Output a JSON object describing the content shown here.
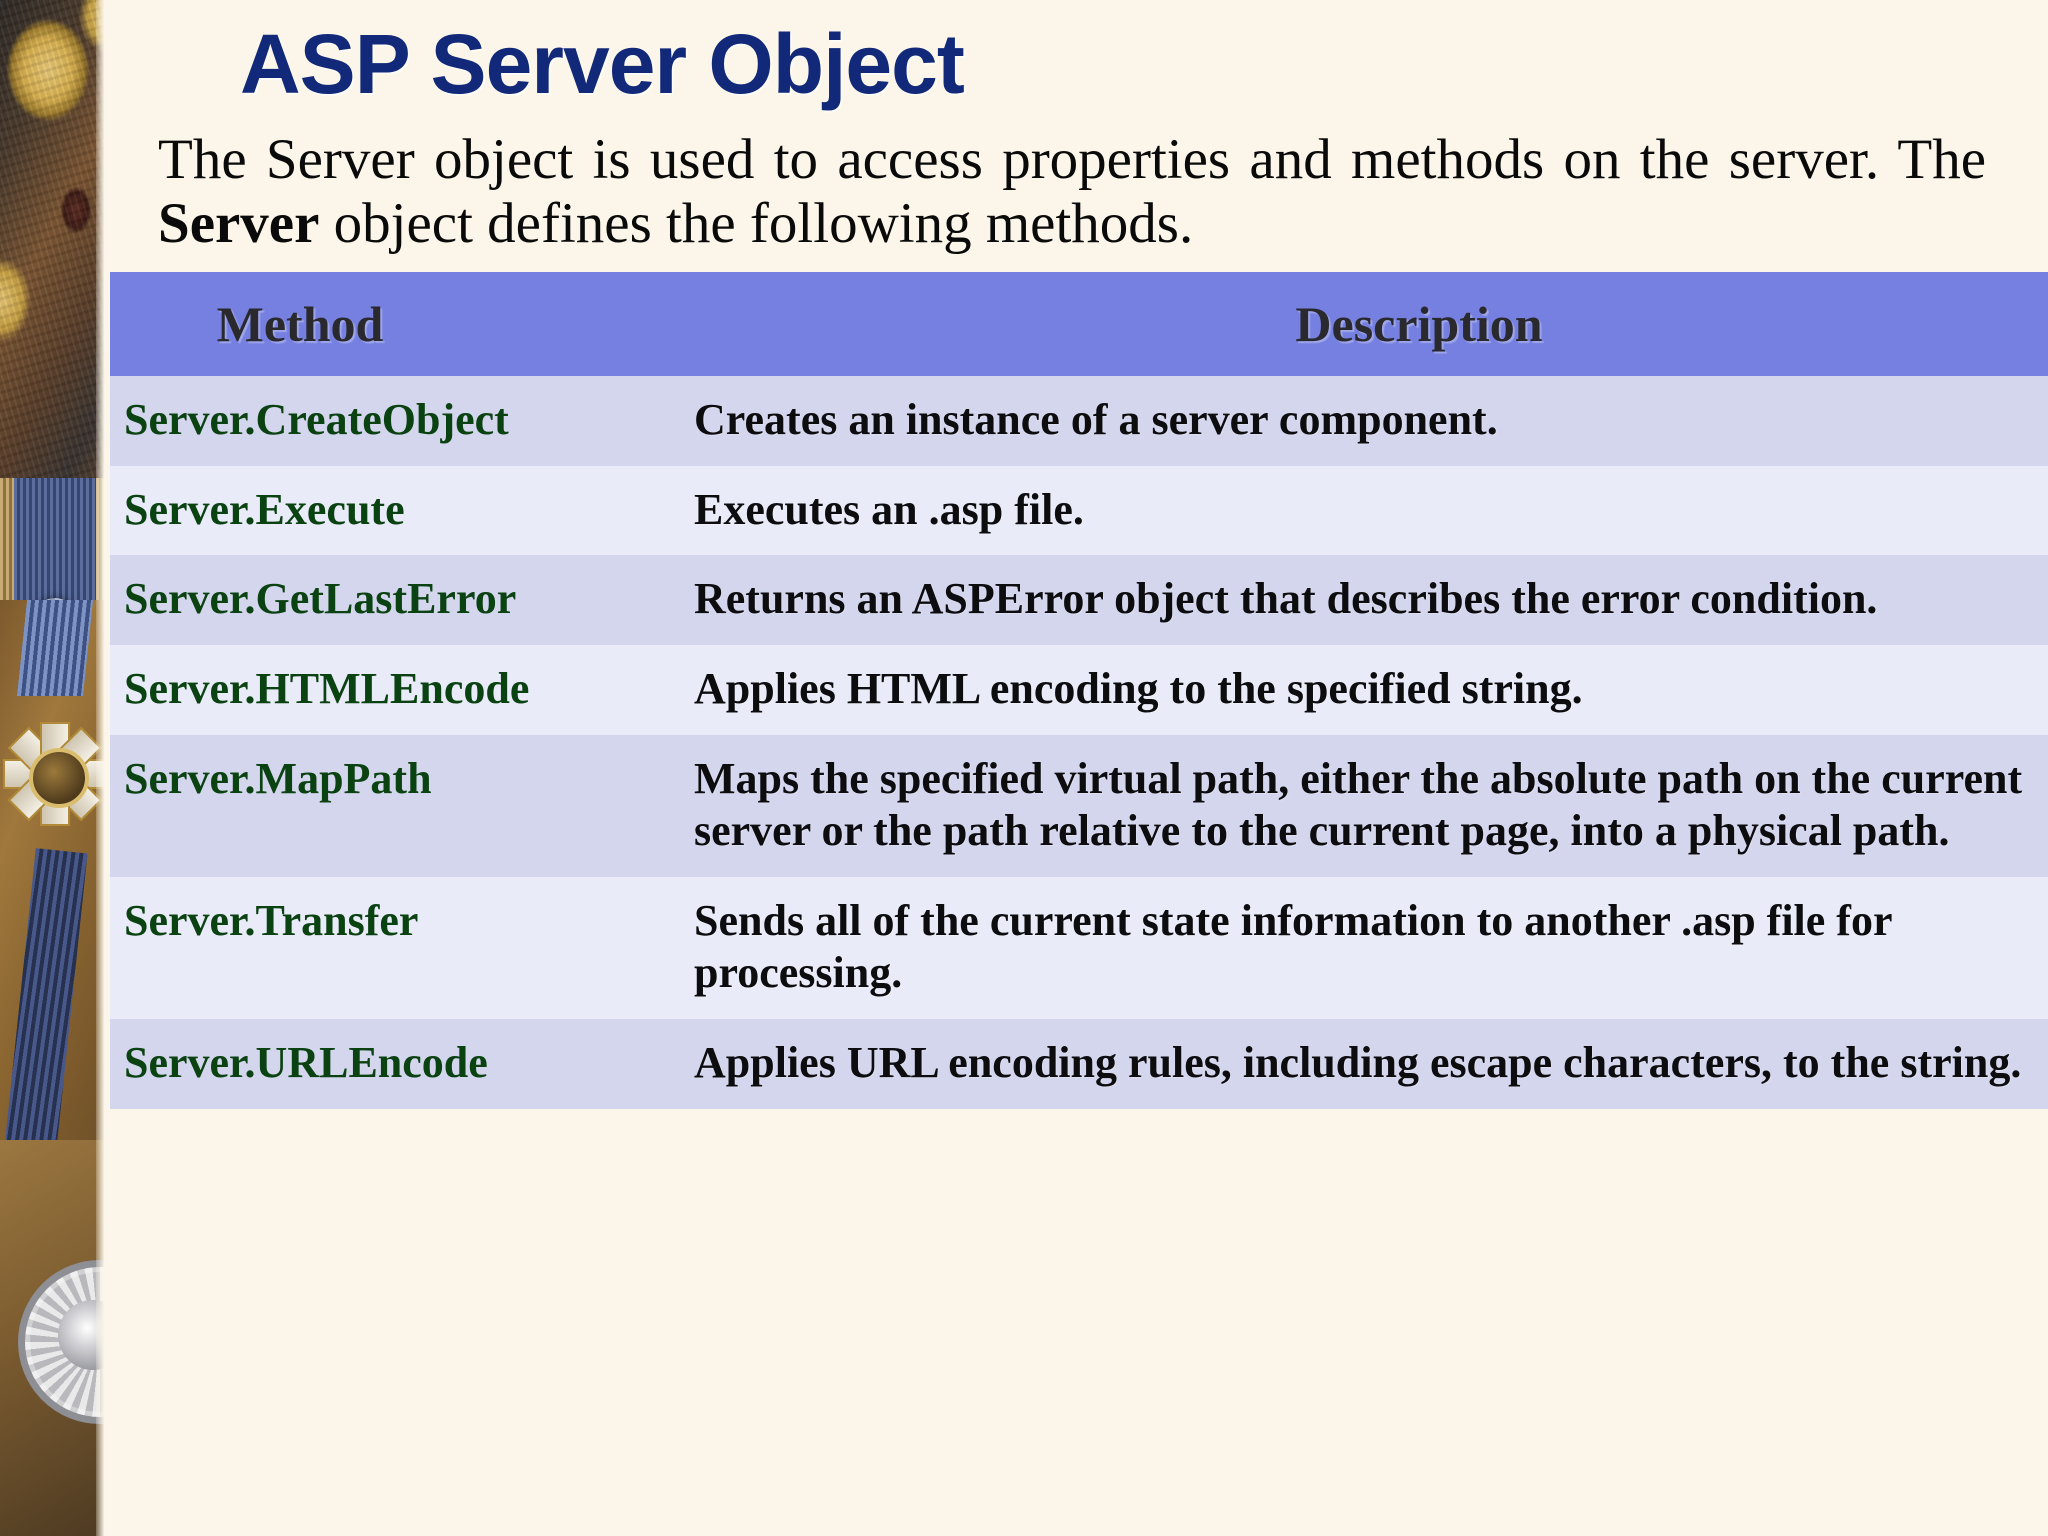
{
  "slide": {
    "title": "ASP Server Object",
    "intro": {
      "part1": "The Server object is used to access properties and methods on the server. The ",
      "bold": "Server",
      "part2": " object defines the following methods."
    },
    "colors": {
      "background": "#fbf6e9",
      "title": "#12297a",
      "table_header_bg": "#7680e0",
      "row_odd_bg": "#d4d6ee",
      "row_even_bg": "#e9ebf8",
      "method_text": "#0b4212",
      "description_text": "#0d0d10"
    }
  },
  "table": {
    "headers": {
      "method": "Method",
      "description": "Description"
    },
    "rows": [
      {
        "method": "Server.CreateObject",
        "description": "Creates an instance of a server component."
      },
      {
        "method": "Server.Execute",
        "description": "Executes an .asp file."
      },
      {
        "method": "Server.GetLastError",
        "description": "Returns an ASPError object that describes the error condition."
      },
      {
        "method": "Server.HTMLEncode",
        "description": "Applies HTML encoding to the specified string."
      },
      {
        "method": "Server.MapPath",
        "description": "Maps the specified virtual path, either the absolute path on the current server or the path relative to the current page, into a physical path."
      },
      {
        "method": "Server.Transfer",
        "description": "Sends all of the current state information to another .asp file for processing."
      },
      {
        "method": "Server.URLEncode",
        "description": "Applies URL encoding rules, including escape characters, to the string."
      }
    ]
  },
  "decoration": {
    "left_strip": "decorative-photo-strip",
    "elements": [
      "wood-bark-texture",
      "gold-medallion",
      "blue-ribbon-rosette",
      "medal-cross",
      "compass"
    ]
  }
}
